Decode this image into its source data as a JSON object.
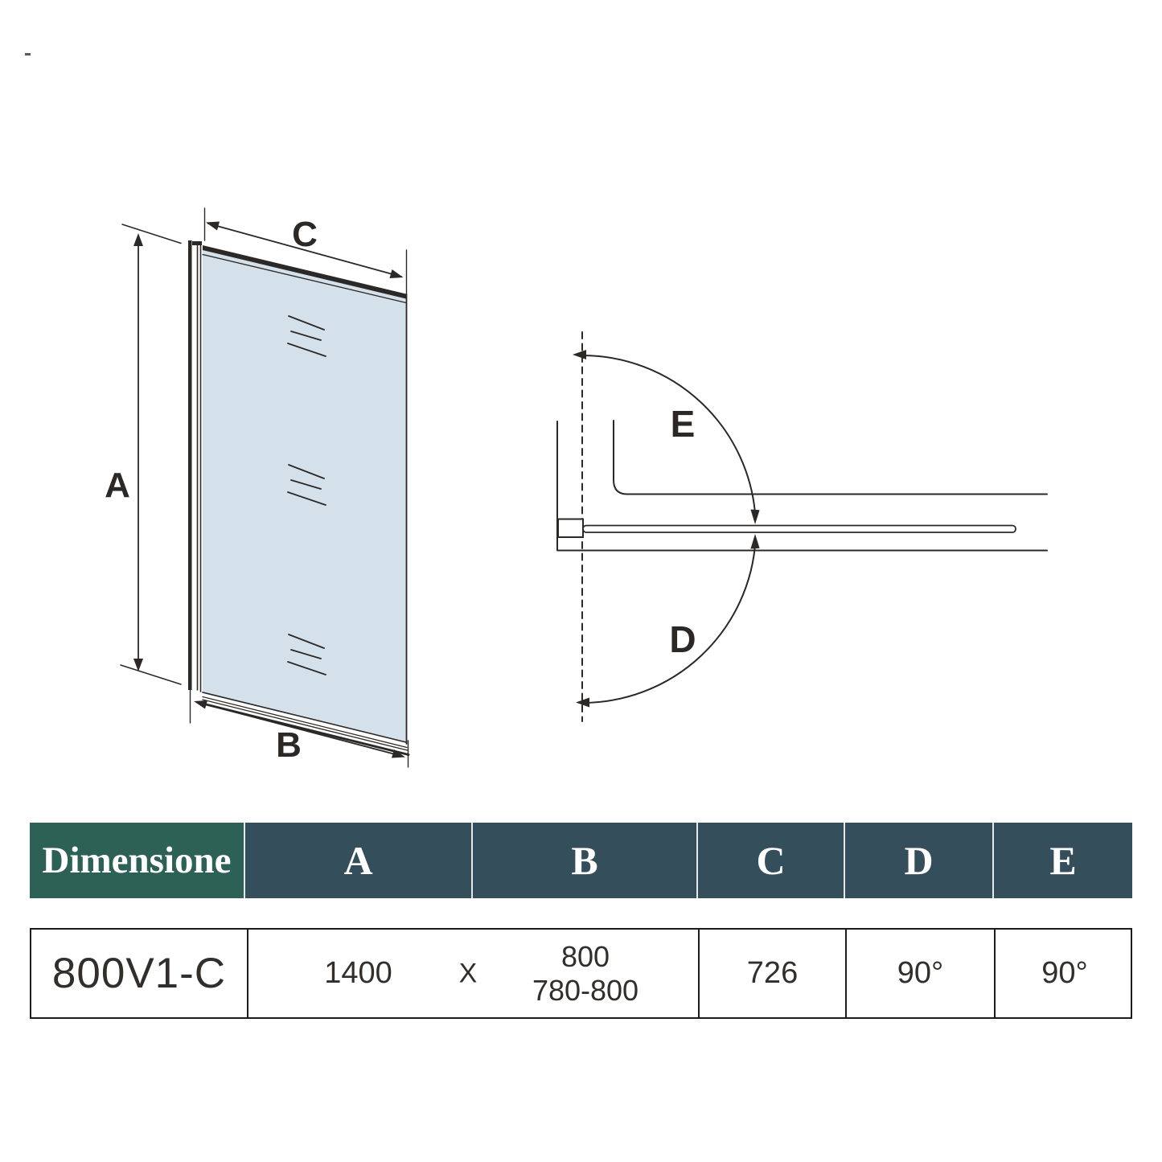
{
  "colors": {
    "line": "#2b2826",
    "glass": "#d4e1ea",
    "header_green": "#2d6156",
    "header_slate": "#344f5b",
    "header_text": "#ffffff",
    "cell_text": "#312e2c",
    "row_border": "#1c1c1c",
    "separator": "#e3e9ea"
  },
  "diagram": {
    "front_view": {
      "label_a": "A",
      "label_b": "B",
      "label_c": "C"
    },
    "top_view": {
      "label_d": "D",
      "label_e": "E"
    }
  },
  "table": {
    "header": {
      "dimension": "Dimensione",
      "a": "A",
      "b": "B",
      "c": "C",
      "d": "D",
      "e": "E"
    },
    "row": {
      "model": "800V1-C",
      "height": "1400",
      "separator": "X",
      "width_line1": "800",
      "width_line2": "780-800",
      "c": "726",
      "d": "90°",
      "e": "90°"
    }
  }
}
